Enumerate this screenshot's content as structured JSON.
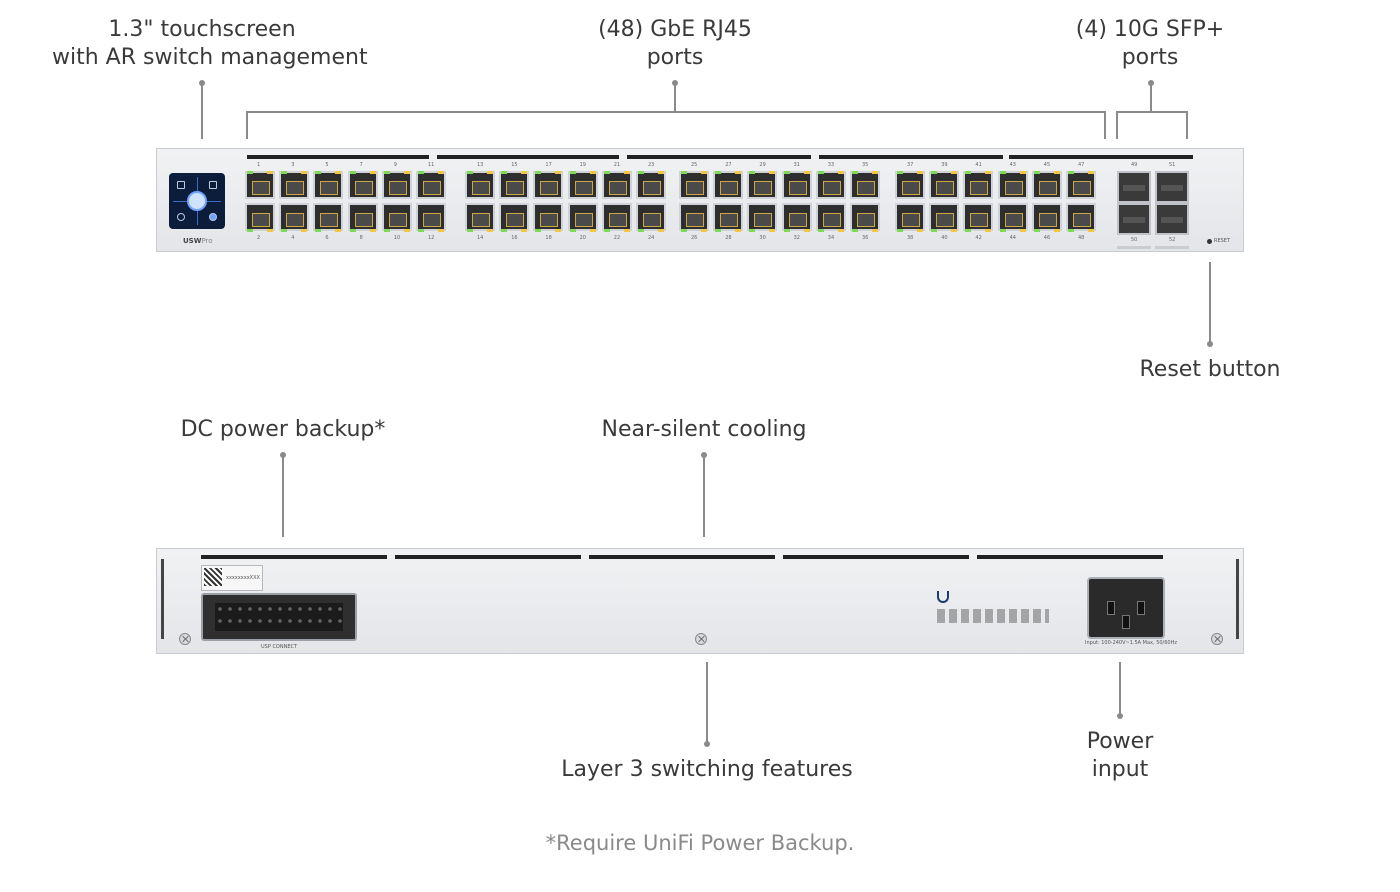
{
  "callouts": {
    "touchscreen": [
      "1.3\" touchscreen",
      "with AR switch management"
    ],
    "rj45": [
      "(48) GbE RJ45",
      "ports"
    ],
    "sfp": [
      "(4) 10G SFP+",
      "ports"
    ],
    "reset": "Reset button",
    "dc_backup": "DC power backup*",
    "cooling": "Near-silent cooling",
    "layer3": "Layer 3 switching features",
    "power": [
      "Power",
      "input"
    ]
  },
  "footnote": "*Require UniFi Power Backup.",
  "front_panel": {
    "model_brand": "USW",
    "model_suffix": "Pro",
    "reset_label": "RESET",
    "rj45_top_numbers": [
      "1",
      "3",
      "5",
      "7",
      "9",
      "11",
      "13",
      "15",
      "17",
      "19",
      "21",
      "23",
      "25",
      "27",
      "29",
      "31",
      "33",
      "35",
      "37",
      "39",
      "41",
      "43",
      "45",
      "47"
    ],
    "rj45_bottom_numbers": [
      "2",
      "4",
      "6",
      "8",
      "10",
      "12",
      "14",
      "16",
      "18",
      "20",
      "22",
      "24",
      "26",
      "28",
      "30",
      "32",
      "34",
      "36",
      "38",
      "40",
      "42",
      "44",
      "46",
      "48"
    ],
    "sfp_top_numbers": [
      "49",
      "51"
    ],
    "sfp_bottom_numbers": [
      "50",
      "52"
    ]
  },
  "rear_panel": {
    "dc_label": "USP CONNECT",
    "qr_text": "xxxxxxxxXXX",
    "rating": "Input: 100-240V~1.5A Max, 50/60Hz"
  },
  "colors": {
    "leader": "#8a8a8a",
    "led_green": "#7ed957",
    "led_amber": "#f2c744",
    "screen": "#0b1d3a"
  }
}
